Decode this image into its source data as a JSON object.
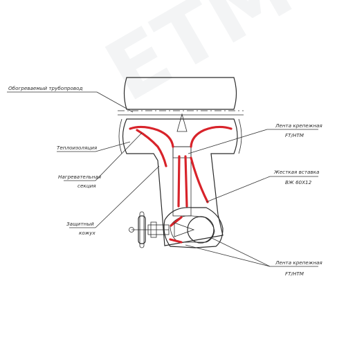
{
  "labels": {
    "heated_pipeline": "Обогреваемый трубопровод",
    "insulation": "Теплоизоляция",
    "heating_section_1": "Нагревательная",
    "heating_section_2": "секция",
    "protective_cover_1": "Защитный",
    "protective_cover_2": "кожух",
    "tape_top_1": "Лента крепежная",
    "tape_top_2": "FT/НТМ",
    "insert_1": "Жесткая вставка",
    "insert_2": "ВЖ 60Х12",
    "tape_bottom_1": "Лента крепежная",
    "tape_bottom_2": "FT/НТМ"
  },
  "watermark": "ETM",
  "colors": {
    "insulation_fill": "#f7f1dc",
    "hatch": "#d9c98f",
    "heating_cable": "#d8232a",
    "line": "#2a2a2a"
  }
}
